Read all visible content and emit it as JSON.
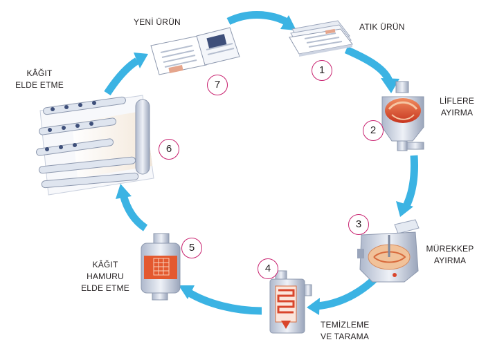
{
  "steps": [
    {
      "number": "1",
      "label_lines": [
        "ATIK ÜRÜN"
      ]
    },
    {
      "number": "2",
      "label_lines": [
        "LİFLERE",
        "AYIRMA"
      ]
    },
    {
      "number": "3",
      "label_lines": [
        "MÜREKKEP",
        "AYIRMA"
      ]
    },
    {
      "number": "4",
      "label_lines": [
        "TEMİZLEME",
        "VE TARAMA"
      ]
    },
    {
      "number": "5",
      "label_lines": [
        "KÂĞIT",
        "HAMURU",
        "ELDE ETME"
      ]
    },
    {
      "number": "6",
      "label_lines": [
        "KÂĞIT",
        "ELDE ETME"
      ]
    },
    {
      "number": "7",
      "label_lines": [
        "YENİ ÜRÜN"
      ]
    }
  ],
  "colors": {
    "arrow": "#3bb3e3",
    "number_ring": "#c8206e",
    "machine_body": "#cfd6e4",
    "pulp": "#d9452b"
  },
  "icons": [
    "newspaper-stack-icon",
    "fiber-separator-icon",
    "ink-removal-tank-icon",
    "cleaning-screening-icon",
    "pulp-maker-icon",
    "paper-machine-icon",
    "new-newspaper-icon"
  ]
}
